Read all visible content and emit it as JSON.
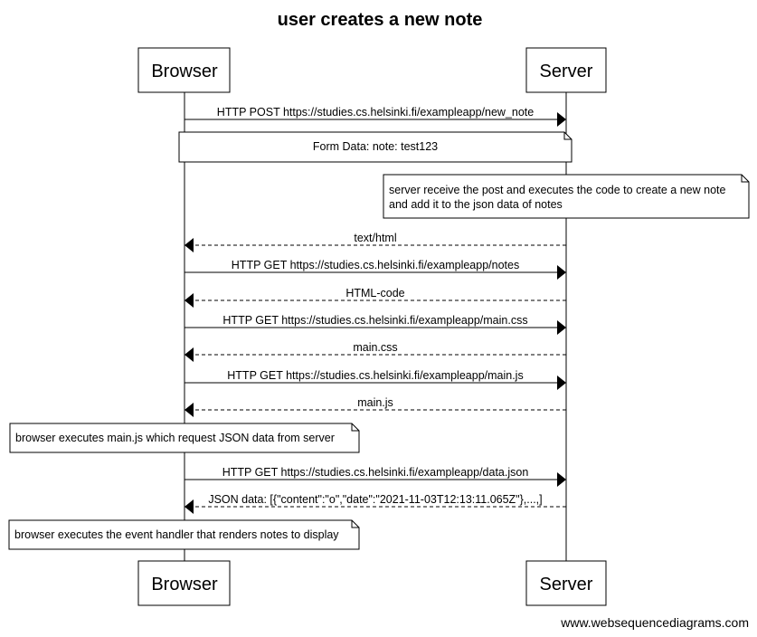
{
  "diagram": {
    "title": "user creates a new note",
    "participants": [
      "Browser",
      "Server"
    ],
    "events": [
      {
        "kind": "message",
        "from": 0,
        "to": 1,
        "style": "solid",
        "label": "HTTP POST https://studies.cs.helsinki.fi/exampleapp/new_note"
      },
      {
        "kind": "note",
        "over": [
          0,
          1
        ],
        "lines": [
          "Form Data: note: test123"
        ]
      },
      {
        "kind": "note",
        "right_of": 1,
        "lines": [
          "server receive the post and executes the code to create a new note",
          "and add it to the json data of notes"
        ]
      },
      {
        "kind": "message",
        "from": 1,
        "to": 0,
        "style": "dashed",
        "label": "text/html"
      },
      {
        "kind": "message",
        "from": 0,
        "to": 1,
        "style": "solid",
        "label": "HTTP GET https://studies.cs.helsinki.fi/exampleapp/notes"
      },
      {
        "kind": "message",
        "from": 1,
        "to": 0,
        "style": "dashed",
        "label": "HTML-code"
      },
      {
        "kind": "message",
        "from": 0,
        "to": 1,
        "style": "solid",
        "label": "HTTP GET https://studies.cs.helsinki.fi/exampleapp/main.css"
      },
      {
        "kind": "message",
        "from": 1,
        "to": 0,
        "style": "dashed",
        "label": "main.css"
      },
      {
        "kind": "message",
        "from": 0,
        "to": 1,
        "style": "solid",
        "label": "HTTP GET https://studies.cs.helsinki.fi/exampleapp/main.js"
      },
      {
        "kind": "message",
        "from": 1,
        "to": 0,
        "style": "dashed",
        "label": "main.js"
      },
      {
        "kind": "note",
        "left_of": 0,
        "lines": [
          "browser executes main.js which request JSON data from server"
        ]
      },
      {
        "kind": "message",
        "from": 0,
        "to": 1,
        "style": "solid",
        "label": "HTTP GET https://studies.cs.helsinki.fi/exampleapp/data.json"
      },
      {
        "kind": "message",
        "from": 1,
        "to": 0,
        "style": "dashed",
        "label": "JSON data:  [{\"content\":\"o\",\"date\":\"2021-11-03T12:13:11.065Z\"},...,]"
      },
      {
        "kind": "note",
        "left_of": 0,
        "lines": [
          "browser executes the event handler that renders notes to display"
        ]
      }
    ],
    "footer": "www.websequencediagrams.com"
  }
}
